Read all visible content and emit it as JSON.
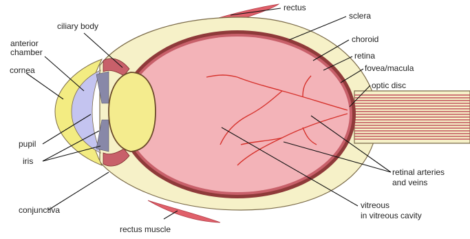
{
  "labels": {
    "rectus": "rectus",
    "sclera": "sclera",
    "ciliary_body": "ciliary body",
    "choroid": "choroid",
    "anterior_chamber_line1": "anterior",
    "anterior_chamber_line2": "chamber",
    "retina": "retina",
    "fovea_macula": "fovea/macula",
    "cornea": "cornea",
    "optic_disc": "optic disc",
    "pupil": "pupil",
    "iris": "iris",
    "retinal_vessels_line1": "retinal arteries",
    "retinal_vessels_line2": "and veins",
    "conjunctiva": "conjunctiva",
    "vitreous_line1": "vitreous",
    "vitreous_line2": "in vitreous cavity",
    "rectus_muscle": "rectus muscle"
  },
  "colors": {
    "sclera": "#f6f1c8",
    "sclera_outline": "#7a6a48",
    "choroid": "#8f3a3a",
    "retina": "#c8606a",
    "vitreous": "#f3b3b8",
    "lens": "#f4ec8e",
    "cornea": "#f3ec82",
    "anterior_chamber": "#c4c4f0",
    "muscle": "#e0606a",
    "vessel": "#d6322c",
    "optic_nerve": "#c0505a"
  }
}
